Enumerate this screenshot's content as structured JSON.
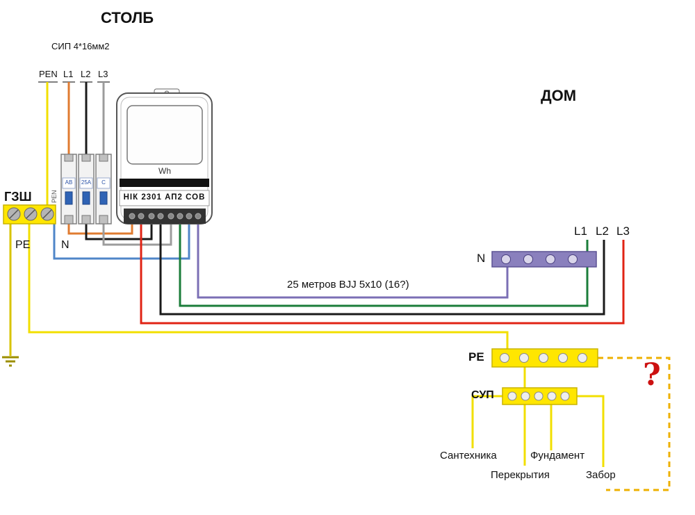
{
  "pole": {
    "title": "СТОЛБ",
    "sip": "СИП 4*16мм2",
    "wires": {
      "pen": "PEN",
      "l1": "L1",
      "l2": "L2",
      "l3": "L3"
    }
  },
  "gzsh": {
    "title": "ГЗШ",
    "pe": "PE",
    "n": "N",
    "pen_vert": "PEN"
  },
  "breakers": {
    "labels": [
      "АВ",
      "25А",
      "С"
    ]
  },
  "meter": {
    "display": "Wh",
    "model": "НІК 2301 АП2 СОВ"
  },
  "run": {
    "label": "25 метров ВJJ 5х10 (16?)"
  },
  "house": {
    "title": "ДОМ",
    "n": "N",
    "l1": "L1",
    "l2": "L2",
    "l3": "L3",
    "pe": "PE",
    "sup": "СУП",
    "question": "?",
    "bonds": [
      "Сантехника",
      "Перекрытия",
      "Фундамент",
      "Забор"
    ]
  },
  "colors": {
    "wire_yellow": "#f2df00",
    "wire_orange": "#e07b30",
    "wire_black": "#1a1a1a",
    "wire_gray": "#9c9c9c",
    "wire_green": "#1b7d3a",
    "wire_red": "#e02314",
    "wire_blue": "#4f86c8",
    "wire_purple": "#7b6fb5",
    "bus_purple": "#8a80bd",
    "bus_yellow": "#ffe600",
    "dashed_orange": "#eeb000",
    "question_red": "#cc1111"
  }
}
